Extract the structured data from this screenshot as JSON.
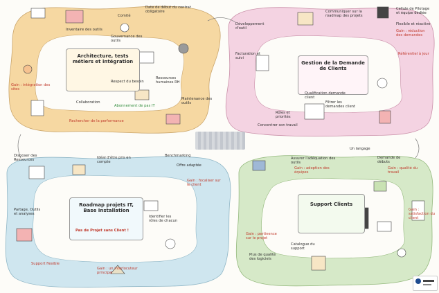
{
  "title": "Cellule ERP - carte des processus",
  "colors": {
    "yellow_track": "#f6d8a2",
    "pink_track": "#f4d3e2",
    "blue_track": "#cfe6ef",
    "green_track": "#d6e9c8",
    "ink": "#2f2f2f",
    "red_ink": "#c0392b",
    "green_ink": "#2e8b3a"
  },
  "quadrants": {
    "top_left": {
      "center_label": "Architecture, tests métiers et intégration",
      "items": [
        {
          "id": "tl1",
          "text": "Comité"
        },
        {
          "id": "tl2",
          "text": "Date de début du contrat obligatoire"
        },
        {
          "id": "tl3",
          "text": "Inventaire des outils"
        },
        {
          "id": "tl4",
          "text": "Gouvernance des outils"
        },
        {
          "id": "tl5",
          "text": "Ressources humaines RH"
        },
        {
          "id": "tl6",
          "text": "Gain : intégration des sites"
        },
        {
          "id": "tl7",
          "text": "Collaboration"
        },
        {
          "id": "tl8",
          "text": "Respect du besoin"
        },
        {
          "id": "tl9",
          "text": "Maintenance des outils"
        },
        {
          "id": "tl10",
          "text": "Abonnement de pas IT"
        },
        {
          "id": "tl11",
          "text": "Rechercher de la performance"
        }
      ]
    },
    "top_right": {
      "center_label": "Gestion de la Demande de Clients",
      "items": [
        {
          "id": "tr1",
          "text": "Développement d'outil"
        },
        {
          "id": "tr2",
          "text": "Communiquer sur la roadmap des projets"
        },
        {
          "id": "tr3",
          "text": "Cellule de Pilotage et équipe dédiée"
        },
        {
          "id": "tr4",
          "text": "Flexible et réactive"
        },
        {
          "id": "tr5",
          "text": "Gain : réduction des demandes"
        },
        {
          "id": "tr6",
          "text": "Facturation et suivi"
        },
        {
          "id": "tr7",
          "text": "Qualification demande client"
        },
        {
          "id": "tr8",
          "text": "Filtrer les demandes client"
        },
        {
          "id": "tr9",
          "text": "Référentiel à jour"
        },
        {
          "id": "tr10",
          "text": "Rôles et priorités"
        },
        {
          "id": "tr11",
          "text": "Concentrer son travail"
        }
      ]
    },
    "bottom_left": {
      "center_label": "Roadmap projets IT, Base Installation",
      "badge": "Pas de Projet sans Client !",
      "items": [
        {
          "id": "bl1",
          "text": "Disposer des Ressources"
        },
        {
          "id": "bl2",
          "text": "Idéal d'être pris en compte"
        },
        {
          "id": "bl3",
          "text": "Benchmarking"
        },
        {
          "id": "bl4",
          "text": "Offre adaptée"
        },
        {
          "id": "bl5",
          "text": "Gain : focaliser sur le client"
        },
        {
          "id": "bl6",
          "text": "Identifier les rôles de chacun"
        },
        {
          "id": "bl7",
          "text": "Partage, Outils et analyses"
        },
        {
          "id": "bl8",
          "text": "Gain : un interlocuteur principal"
        },
        {
          "id": "bl9",
          "text": "Support flexible"
        }
      ]
    },
    "bottom_right": {
      "center_label": "Support Clients",
      "items": [
        {
          "id": "br1",
          "text": "Assurer l'adéquation des outils"
        },
        {
          "id": "br2",
          "text": "Gain : adoption des équipes"
        },
        {
          "id": "br3",
          "text": "Un langage"
        },
        {
          "id": "br4",
          "text": "Demande de débuts"
        },
        {
          "id": "br5",
          "text": "Gain : qualité du travail"
        },
        {
          "id": "br6",
          "text": "Gain : satisfaction du client"
        },
        {
          "id": "br7",
          "text": "Plus de qualité des logiciels"
        },
        {
          "id": "br8",
          "text": "Catalogue du support"
        },
        {
          "id": "br9",
          "text": "Gain : pertinence sur le projet"
        }
      ]
    }
  },
  "center_logo_alt": "logo (pixelated)",
  "bottom_logo_alt": "footer logos"
}
